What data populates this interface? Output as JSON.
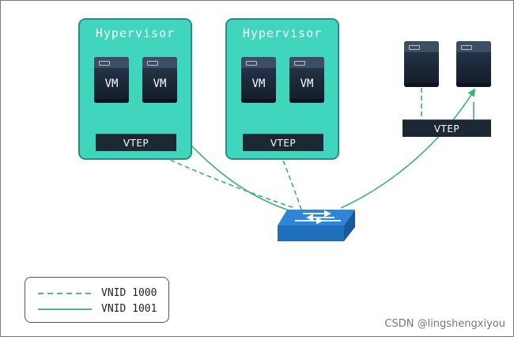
{
  "hypervisors": [
    {
      "title": "Hypervisor",
      "vms": [
        "VM",
        "VM"
      ],
      "vtep": "VTEP"
    },
    {
      "title": "Hypervisor",
      "vms": [
        "VM",
        "VM"
      ],
      "vtep": "VTEP"
    }
  ],
  "standalone": {
    "servers": 2,
    "vtep": "VTEP"
  },
  "legend": [
    {
      "label": "VNID 1000",
      "style": "dashed",
      "color": "#3cb371"
    },
    {
      "label": "VNID 1001",
      "style": "solid",
      "color": "#3cb371"
    }
  ],
  "watermark": "CSDN @lingshengxiyou",
  "colors": {
    "hypervisor_fill": "#3fd6bd",
    "hypervisor_border": "#2a8f80",
    "server_fill": "#1c2839",
    "vtep_fill": "#1d2835",
    "link": "#3cb371",
    "switch_top": "#2f86d9",
    "switch_side": "#1f6fbd"
  }
}
